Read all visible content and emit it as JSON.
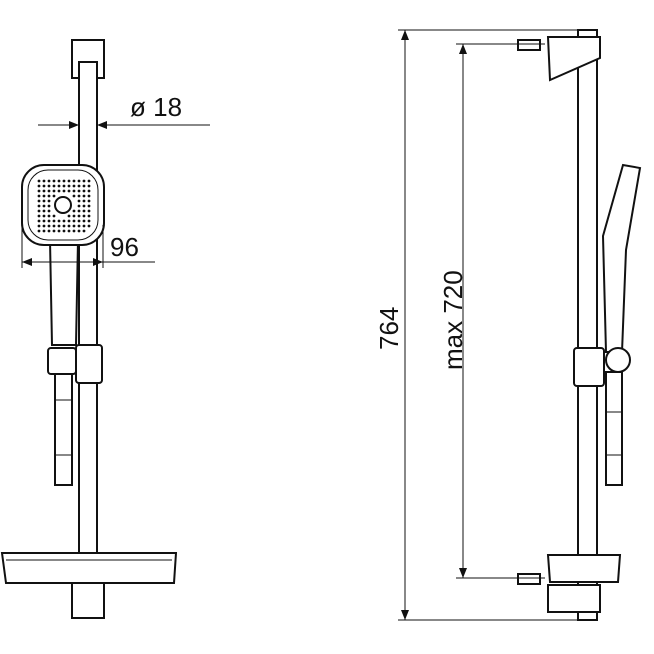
{
  "dimensions": {
    "rail_diameter": "ø 18",
    "head_width": "96",
    "total_height": "764",
    "max_bracket_spacing": "max 720"
  },
  "colors": {
    "line": "#111111",
    "background": "#ffffff"
  }
}
